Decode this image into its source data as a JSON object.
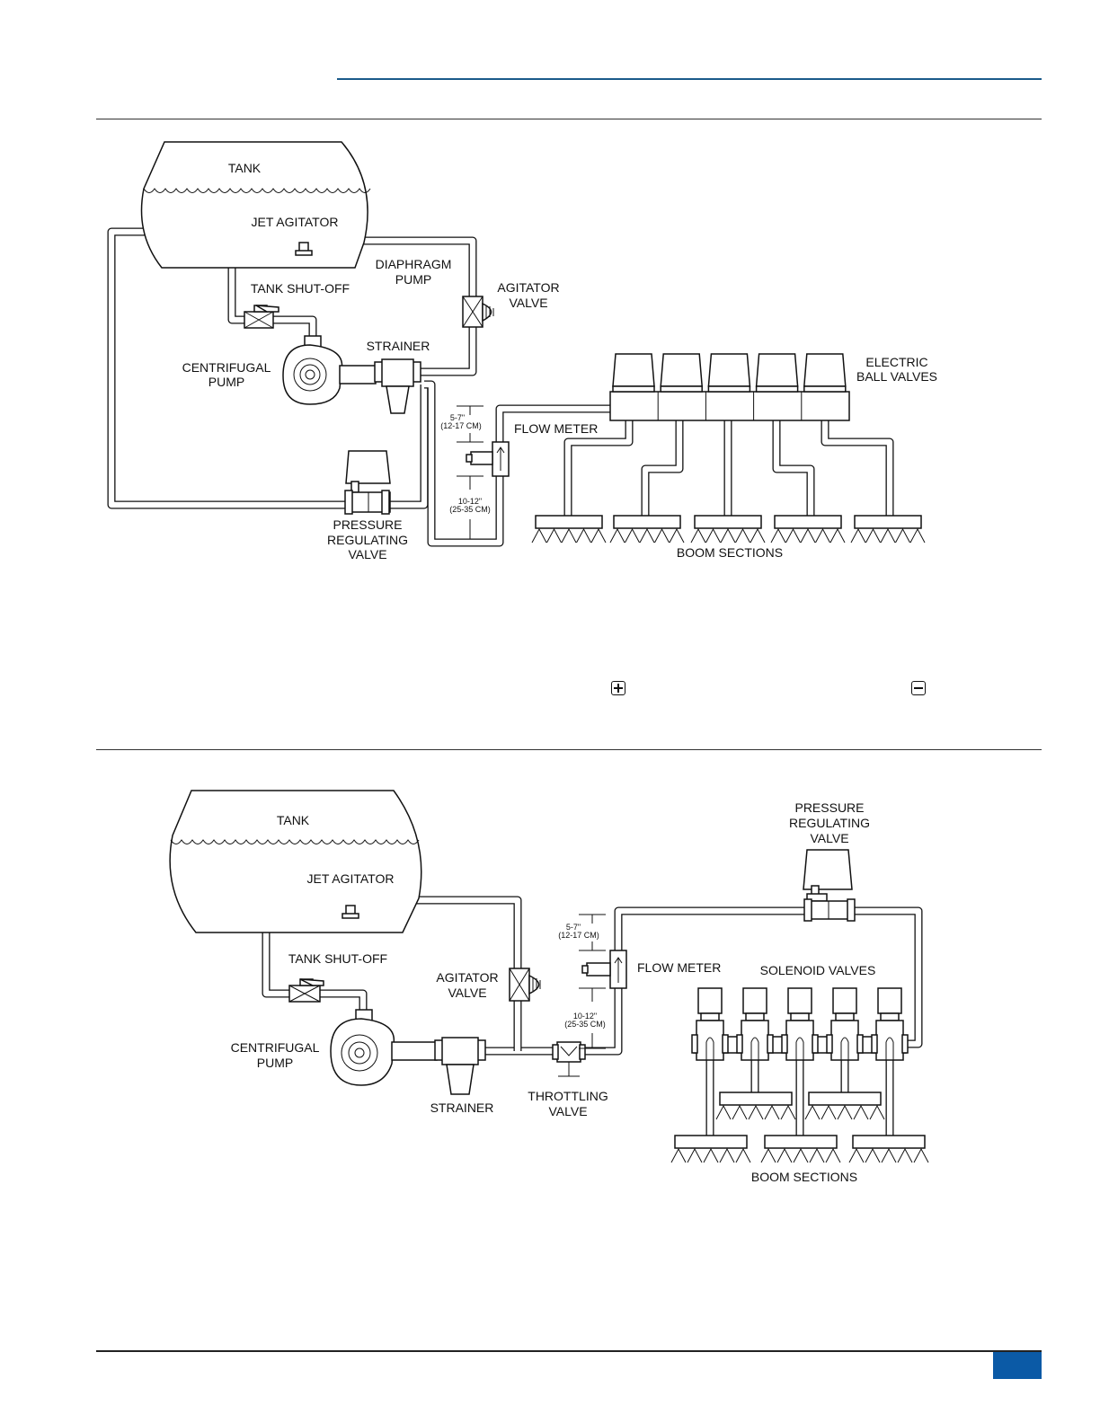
{
  "diagram1": {
    "tank": "TANK",
    "jet_agitator": "JET AGITATOR",
    "diaphragm_pump": [
      "DIAPHRAGM",
      "PUMP"
    ],
    "tank_shutoff": "TANK SHUT-OFF",
    "agitator_valve": [
      "AGITATOR",
      "VALVE"
    ],
    "centrifugal_pump": [
      "CENTRIFUGAL",
      "PUMP"
    ],
    "strainer": "STRAINER",
    "electric_ball_valves": [
      "ELECTRIC",
      "BALL VALVES"
    ],
    "flow_meter": "FLOW METER",
    "dim_upper": [
      "5-7\"",
      "(12-17 CM)"
    ],
    "dim_lower": [
      "10-12\"",
      "(25-35 CM)"
    ],
    "pressure_regulating_valve": [
      "PRESSURE",
      "REGULATING",
      "VALVE"
    ],
    "boom_sections": "BOOM SECTIONS"
  },
  "diagram2": {
    "tank": "TANK",
    "jet_agitator": "JET AGITATOR",
    "tank_shutoff": "TANK SHUT-OFF",
    "agitator_valve": [
      "AGITATOR",
      "VALVE"
    ],
    "centrifugal_pump": [
      "CENTRIFUGAL",
      "PUMP"
    ],
    "strainer": "STRAINER",
    "throttling_valve": [
      "THROTTLING",
      "VALVE"
    ],
    "flow_meter": "FLOW METER",
    "dim_upper": [
      "5-7\"",
      "(12-17 CM)"
    ],
    "dim_lower": [
      "10-12\"",
      "(25-35 CM)"
    ],
    "pressure_regulating_valve": [
      "PRESSURE",
      "REGULATING",
      "VALVE"
    ],
    "solenoid_valves": "SOLENOID VALVES",
    "boom_sections": "BOOM SECTIONS"
  },
  "legend_icons": [
    "plus-icon",
    "minus-icon"
  ],
  "colors": {
    "accent": "#0b5aa6",
    "rule": "#1a5a8a"
  }
}
